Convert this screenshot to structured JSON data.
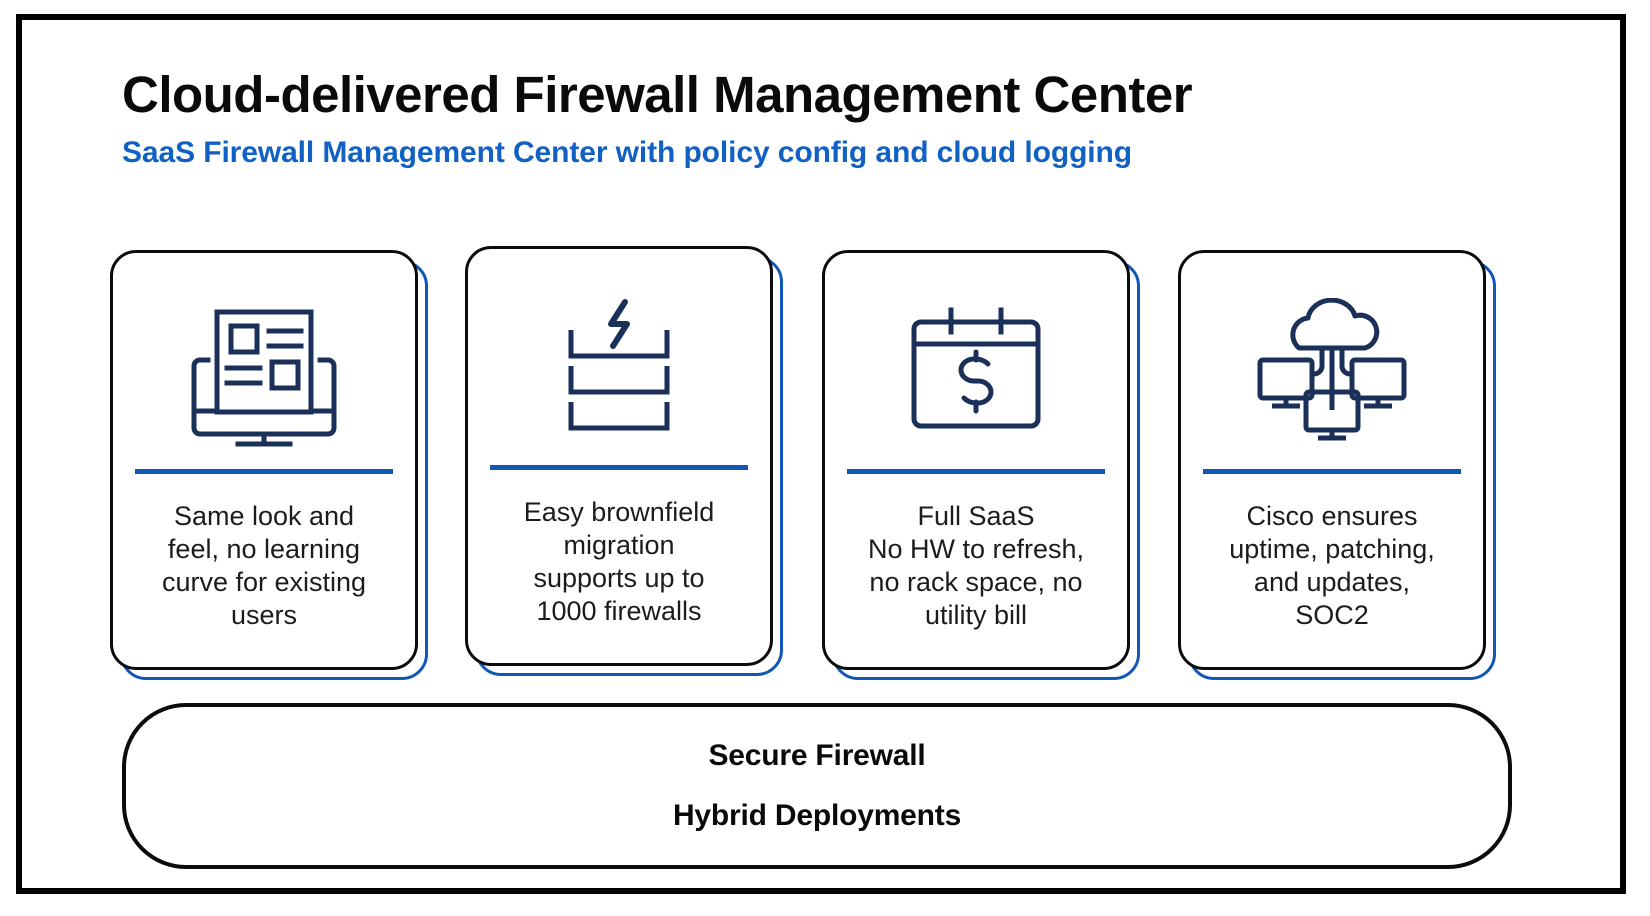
{
  "header": {
    "title": "Cloud-delivered Firewall Management Center",
    "subtitle": "SaaS Firewall Management Center with policy config and cloud logging"
  },
  "colors": {
    "accent_blue": "#1158b5",
    "subtitle_blue": "#1161c4",
    "icon_navy": "#1b3059",
    "frame_black": "#000000",
    "background": "#ffffff"
  },
  "cards": [
    {
      "icon": "monitor-report-icon",
      "text": "Same look and\nfeel, no learning\ncurve for existing\nusers"
    },
    {
      "icon": "server-stack-bolt-icon",
      "text": "Easy brownfield\nmigration\nsupports up to\n1000 firewalls"
    },
    {
      "icon": "calendar-dollar-icon",
      "text": "Full SaaS\nNo HW to refresh,\nno rack space, no\nutility bill"
    },
    {
      "icon": "cloud-monitors-icon",
      "text": "Cisco ensures\nuptime, patching,\nand updates,\nSOC2"
    }
  ],
  "bottom_bar": {
    "line1": "Secure Firewall",
    "line2": "Hybrid Deployments"
  }
}
